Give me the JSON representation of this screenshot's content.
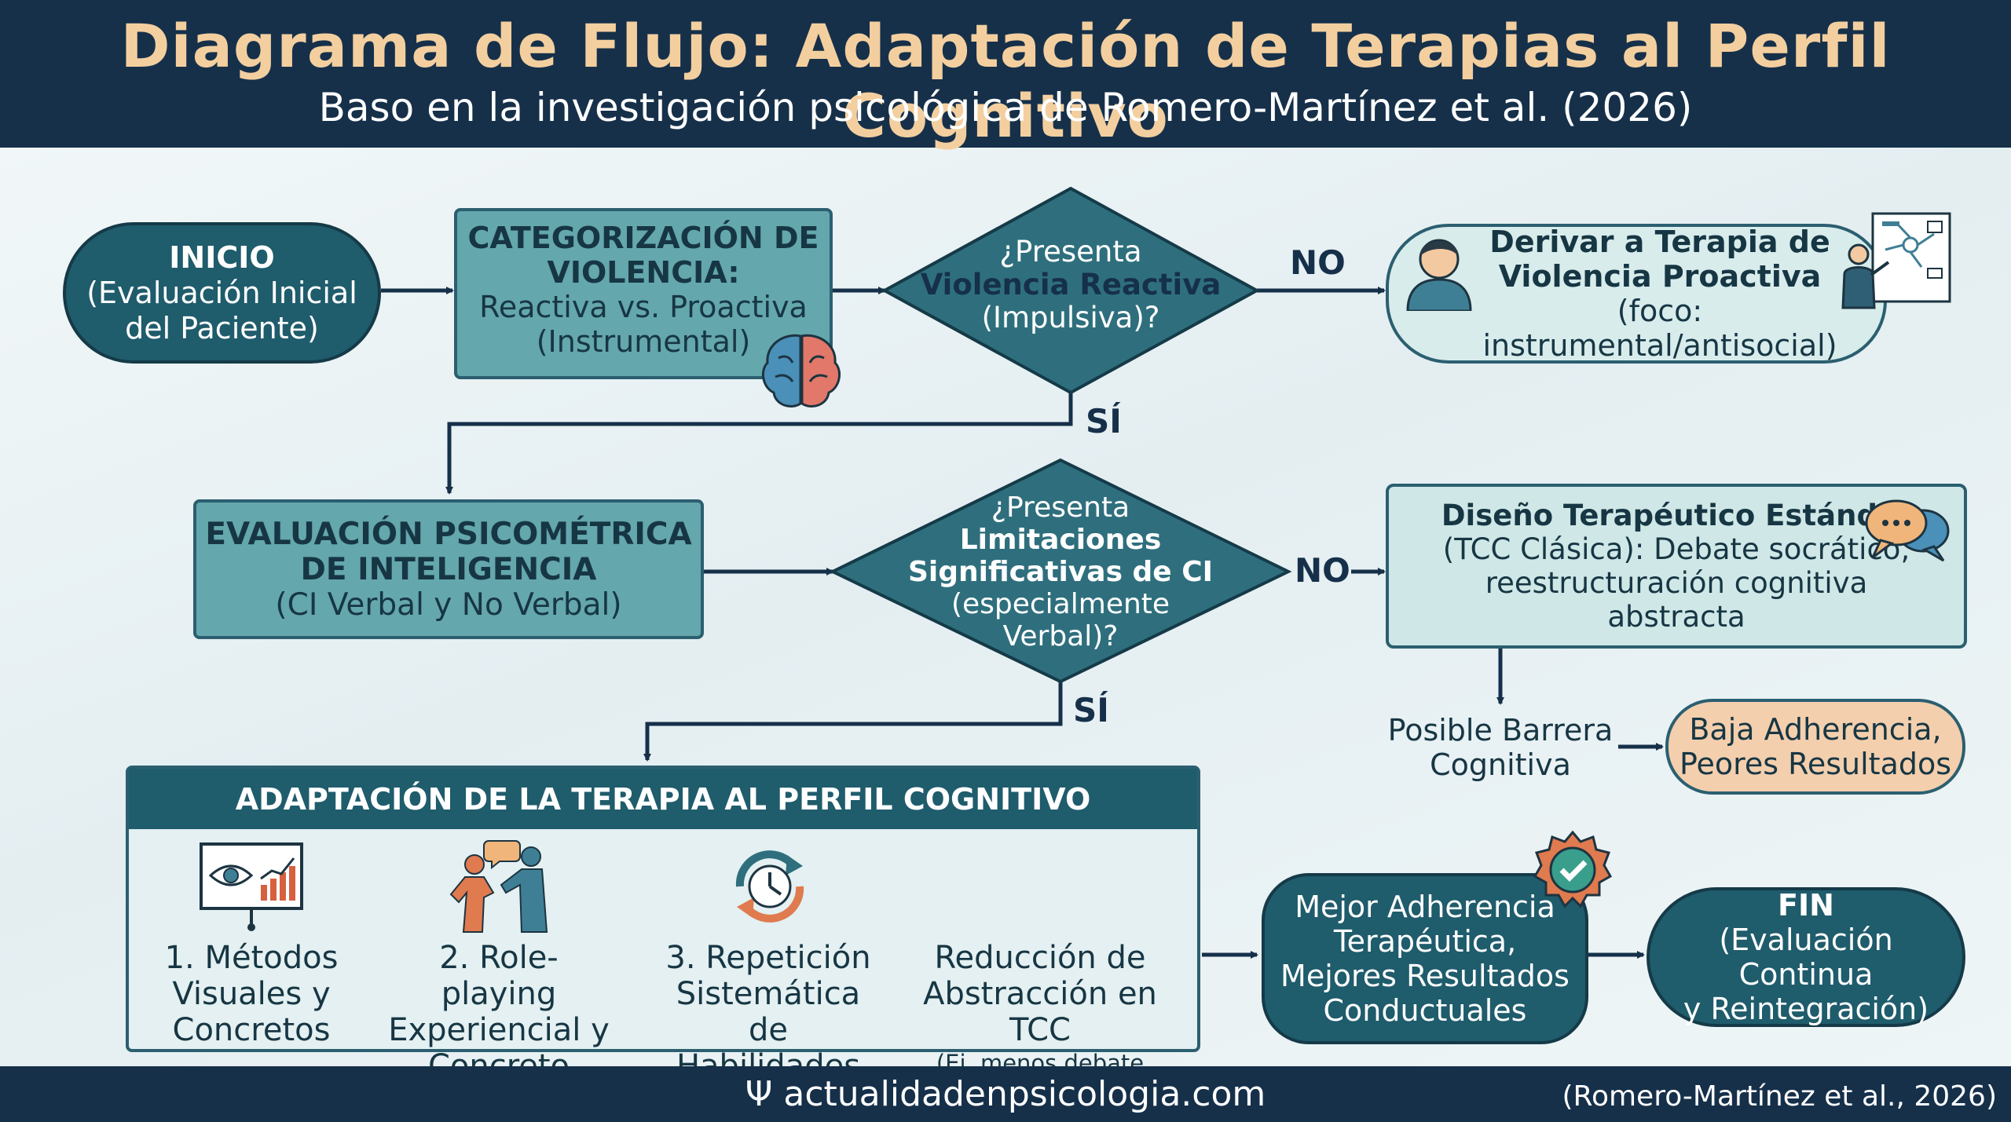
{
  "header": {
    "title": "Diagrama de Flujo: Adaptación de Terapias al Perfil Cognitivo",
    "subtitle": "Baso en la investigación psicológica de Romero-Martínez et al. (2026)"
  },
  "nodes": {
    "inicio": {
      "title": "INICIO",
      "line1": "(Evaluación Inicial",
      "line2": "del Paciente)"
    },
    "categorizacion": {
      "title1": "CATEGORIZACIÓN DE",
      "title2": "VIOLENCIA:",
      "line1": "Reactiva vs. Proactiva",
      "line2": "(Instrumental)"
    },
    "decision_reactiva": {
      "line1": "¿Presenta",
      "line2": "Violencia Reactiva",
      "line3": "(Impulsiva)?"
    },
    "proactiva": {
      "title1": "Derivar a Terapia de",
      "title2": "Violencia Proactiva",
      "line1": "(foco: instrumental/antisocial)"
    },
    "psicometrica": {
      "title1": "EVALUACIÓN PSICOMÉTRICA",
      "title2": "DE INTELIGENCIA",
      "line1": "(CI Verbal y No Verbal)"
    },
    "decision_ci": {
      "line1": "¿Presenta",
      "line2": "Limitaciones",
      "line3": "Significativas de CI",
      "line4": "(especialmente",
      "line5": "Verbal)?"
    },
    "estandar": {
      "title": "Diseño Terapéutico Estándar",
      "line1": "(TCC Clásica): Debate socrático,",
      "line2": "reestructuración cognitiva",
      "line3": "abstracta"
    },
    "barrera": {
      "line1": "Posible Barrera",
      "line2": "Cognitiva"
    },
    "baja": {
      "line1": "Baja Adherencia,",
      "line2": "Peores Resultados"
    },
    "adaptacion": {
      "header": "ADAPTACIÓN DE LA TERAPIA AL PERFIL COGNITIVO",
      "items": [
        {
          "icon": "presentation-board-icon",
          "line1": "1. Métodos",
          "line2": "Visuales y",
          "line3": "Concretos"
        },
        {
          "icon": "role-play-people-icon",
          "line1": "2. Role-playing",
          "line2": "Experiencial y",
          "line3": "Concreto"
        },
        {
          "icon": "repeat-clock-icon",
          "line1": "3. Repetición",
          "line2": "Sistemática de",
          "line3": "Habilidades"
        },
        {
          "line1": "Reducción de",
          "line2": "Abstracción en TCC",
          "note": "(Ej. menos debate socrático)"
        }
      ]
    },
    "mejor": {
      "line1": "Mejor Adherencia",
      "line2": "Terapéutica,",
      "line3": "Mejores Resultados",
      "line4": "Conductuales"
    },
    "fin": {
      "title": "FIN",
      "line1": "(Evaluación Continua",
      "line2": "y Reintegración)"
    }
  },
  "labels": {
    "no1": "NO",
    "si1": "SÍ",
    "no2": "NO",
    "si2": "SÍ"
  },
  "footer": {
    "site": "actualidadenpsicologia.com",
    "psi": "Ψ",
    "citation": "(Romero-Martínez et al., 2026)"
  },
  "colors": {
    "navy": "#16304a",
    "teal_dark": "#1f5c6c",
    "teal_mid": "#64a7ad",
    "teal_light": "#cfe7e6",
    "peach": "#f4cfad",
    "title_gold": "#f3cf9f"
  }
}
